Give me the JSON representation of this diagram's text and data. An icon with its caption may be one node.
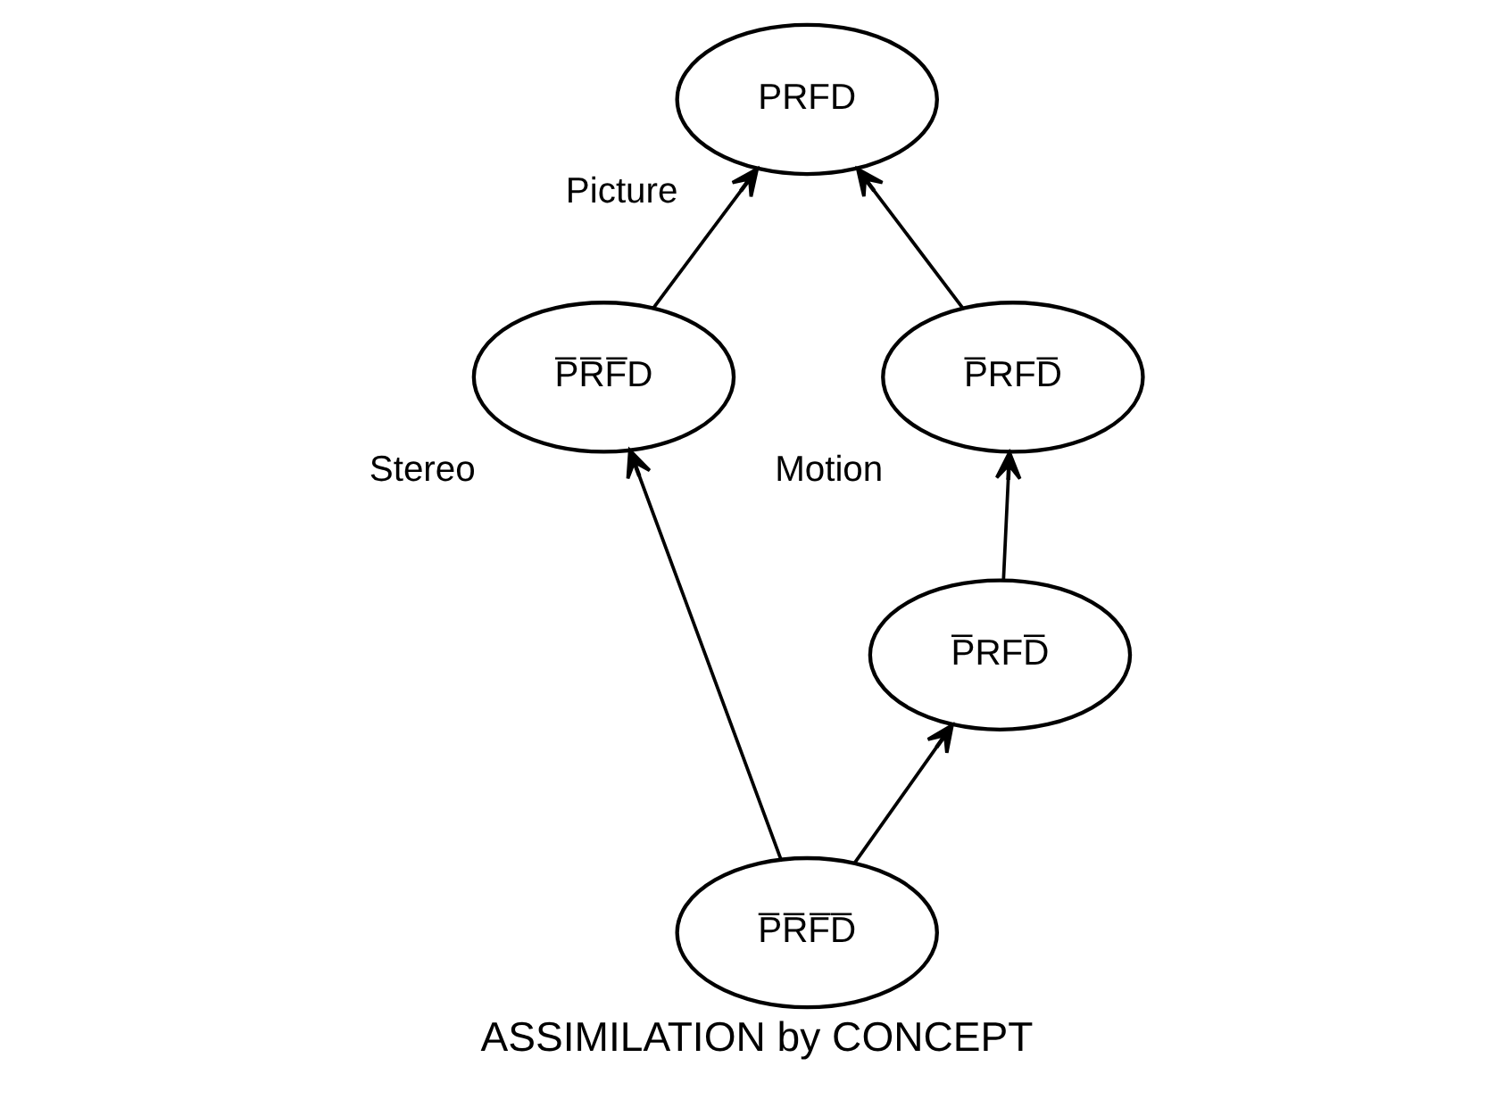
{
  "diagram": {
    "caption": "ASSIMILATION by CONCEPT",
    "nodes": [
      {
        "text": [
          "PRFD"
        ],
        "beside": [
          "Picture"
        ]
      },
      {
        "text": [
          "P̅RFD̅"
        ],
        "beside": [
          "Motion"
        ]
      },
      {
        "text": [
          "P̅R̅F̅D"
        ],
        "beside": [
          "Stereo"
        ]
      },
      {
        "text": [
          "P̅RFD̅"
        ]
      },
      {
        "text": [
          "P̅R̅F̅D̅"
        ]
      }
    ],
    "edges": [
      {
        "from": 2,
        "to": 0,
        "arrow": "to"
      },
      {
        "from": 1,
        "to": 0,
        "arrow": "to"
      },
      {
        "from": 3,
        "to": 1,
        "arrow": "to"
      },
      {
        "from": 4,
        "to": 2,
        "arrow": "to"
      },
      {
        "from": 4,
        "to": 3,
        "arrow": "to"
      }
    ]
  }
}
